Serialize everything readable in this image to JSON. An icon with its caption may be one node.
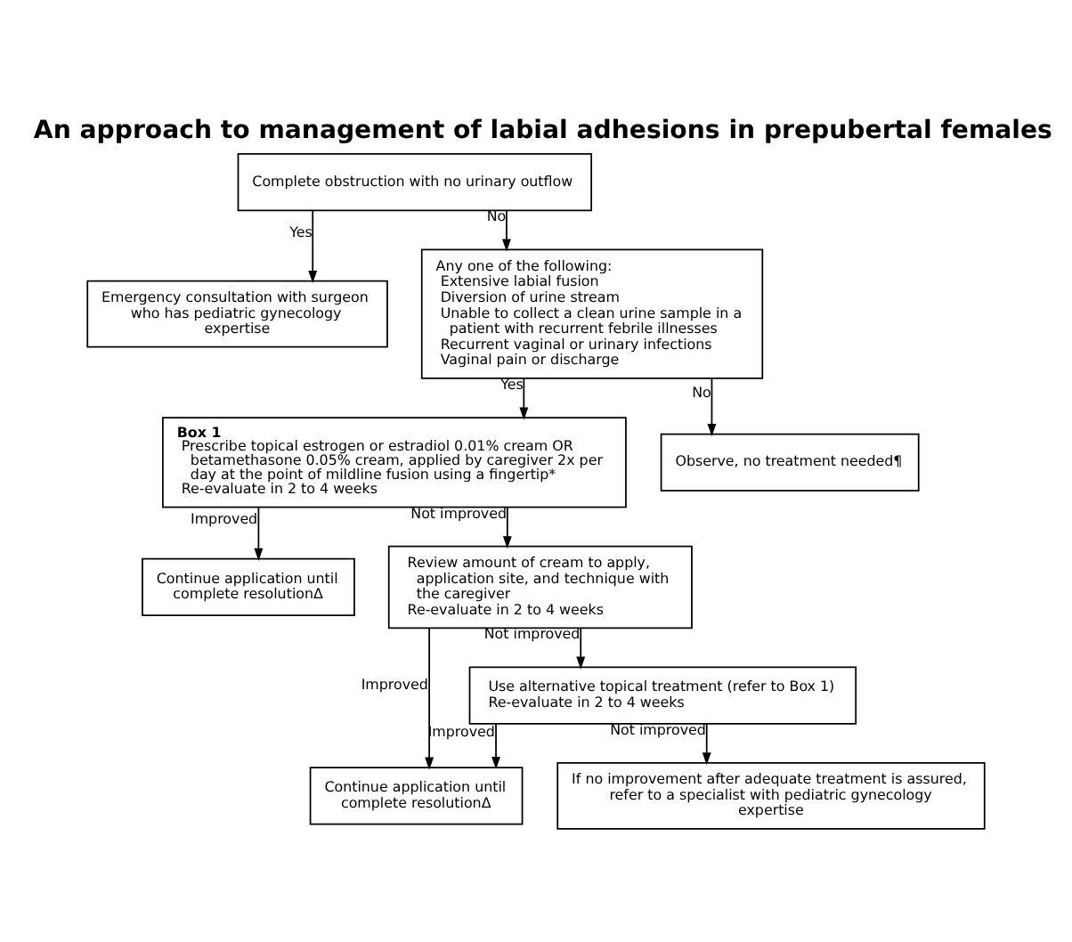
{
  "diagram": {
    "title": "An approach to management of labial adhesions in prepubertal females",
    "nodes": [
      {
        "text": [
          "Complete obstruction with no urinary outflow"
        ]
      },
      {
        "text": [
          "Emergency consultation with surgeon who has pediatric gynecology expertise"
        ]
      },
      {
        "text": [
          "Any one of the following:",
          "Extensive labial fusion",
          "Diversion of urine stream",
          "Unable to collect a clean urine sample in a patient with recurrent febrile illnesses",
          "Recurrent vaginal or urinary infections",
          "Vaginal pain or discharge"
        ]
      },
      {
        "text": [
          "Box 1",
          "Prescribe topical estrogen or estradiol 0.01% cream OR betamethasone 0.05% cream, applied by caregiver 2x per day at the point of mildline fusion using a fingertip*",
          "Re-evaluate in 2 to 4 weeks"
        ]
      },
      {
        "text": [
          "Observe, no treatment needed¶"
        ]
      },
      {
        "text": [
          "Continue application until complete resolutionΔ"
        ]
      },
      {
        "text": [
          "Review amount of cream to apply, application site, and technique with the caregiver",
          "Re-evaluate in 2 to 4 weeks"
        ]
      },
      {
        "text": [
          "Use alternative topical treatment (refer to Box 1)",
          "Re-evaluate in 2 to 4 weeks"
        ]
      },
      {
        "text": [
          "Continue application until complete resolutionΔ"
        ]
      },
      {
        "text": [
          "If no improvement after adequate treatment is assured, refer to a specialist with pediatric gynecology expertise"
        ]
      }
    ],
    "edges": [
      {
        "from": 0,
        "to": 1,
        "arrow": "to",
        "label": "Yes"
      },
      {
        "from": 0,
        "to": 2,
        "arrow": "to",
        "label": "No"
      },
      {
        "from": 2,
        "to": 3,
        "arrow": "to",
        "label": "Yes"
      },
      {
        "from": 2,
        "to": 4,
        "arrow": "to",
        "label": "No"
      },
      {
        "from": 3,
        "to": 5,
        "arrow": "to",
        "label": "Improved"
      },
      {
        "from": 3,
        "to": 6,
        "arrow": "to",
        "label": "Not improved"
      },
      {
        "from": 6,
        "to": 8,
        "arrow": "to",
        "label": "Improved"
      },
      {
        "from": 6,
        "to": 7,
        "arrow": "to",
        "label": "Not improved"
      },
      {
        "from": 7,
        "to": 8,
        "arrow": "to",
        "label": "Improved"
      },
      {
        "from": 7,
        "to": 9,
        "arrow": "to",
        "label": "Not improved"
      }
    ]
  }
}
